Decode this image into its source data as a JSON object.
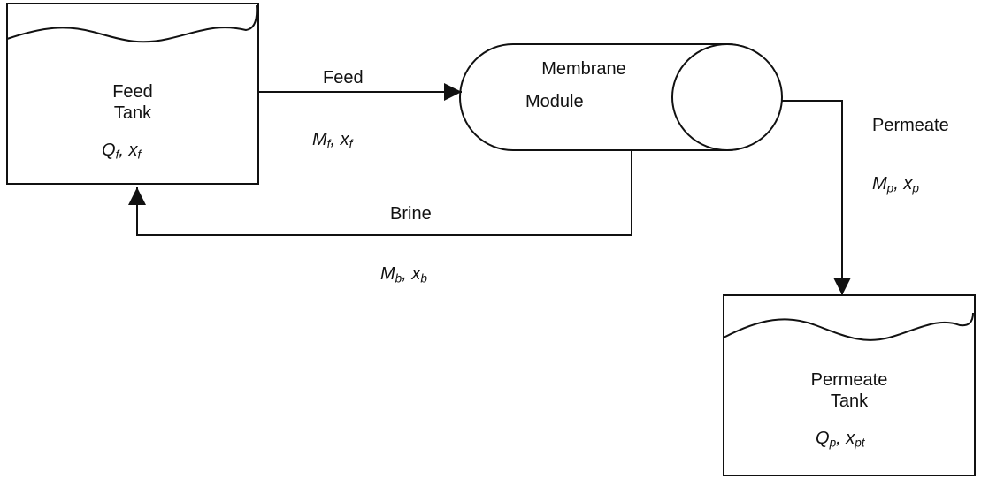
{
  "feed_tank": {
    "line1": "Feed",
    "line2": "Tank",
    "var1": {
      "sym": "Q",
      "sub": "f"
    },
    "var2": {
      "sym": "x",
      "sub": "f"
    }
  },
  "membrane": {
    "line1": "Membrane",
    "line2": "Module"
  },
  "permeate_tank": {
    "line1": "Permeate",
    "line2": "Tank",
    "var1": {
      "sym": "Q",
      "sub": "p"
    },
    "var2": {
      "sym": "x",
      "sub": "pt"
    }
  },
  "streams": {
    "feed": {
      "label": "Feed",
      "var1": {
        "sym": "M",
        "sub": "f"
      },
      "var2": {
        "sym": "x",
        "sub": "f"
      }
    },
    "brine": {
      "label": "Brine",
      "var1": {
        "sym": "M",
        "sub": "b"
      },
      "var2": {
        "sym": "x",
        "sub": "b"
      }
    },
    "permeate": {
      "label": "Permeate",
      "var1": {
        "sym": "M",
        "sub": "p"
      },
      "var2": {
        "sym": "x",
        "sub": "p"
      }
    }
  },
  "separator": ", "
}
